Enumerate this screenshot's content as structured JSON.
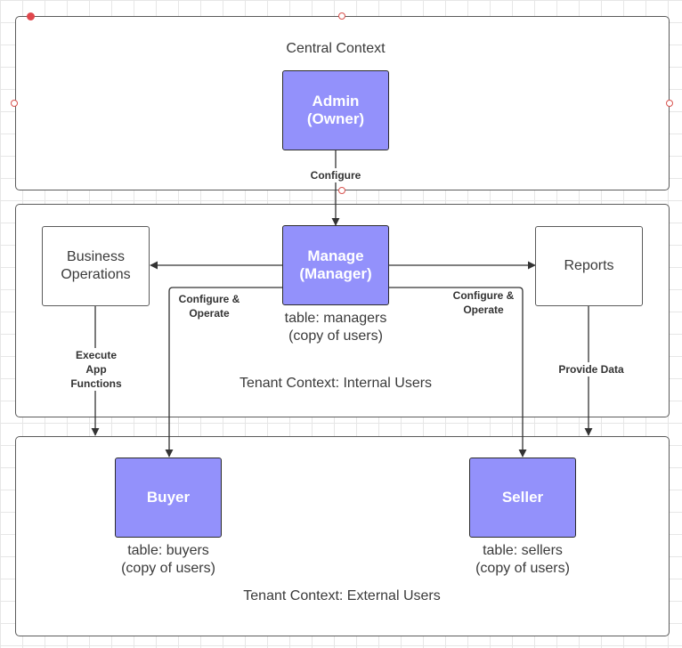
{
  "contexts": {
    "central": "Central Context",
    "internal": "Tenant Context: Internal Users",
    "external": "Tenant Context: External Users"
  },
  "nodes": {
    "admin": "Admin\n(Owner)",
    "manage": "Manage\n(Manager)",
    "business_ops": "Business\nOperations",
    "reports": "Reports",
    "buyer": "Buyer",
    "seller": "Seller"
  },
  "captions": {
    "managers": "table: managers\n(copy of users)",
    "buyers": "table: buyers\n(copy of users)",
    "sellers": "table: sellers\n(copy of users)"
  },
  "edge_labels": {
    "configure": "Configure",
    "configure_operate_left": "Configure &\nOperate",
    "configure_operate_right": "Configure &\nOperate",
    "execute": "Execute\nApp\nFunctions",
    "provide_data": "Provide Data"
  },
  "colors": {
    "purple_fill": "#9391fb",
    "line": "#333333",
    "handle": "#e0474c"
  }
}
